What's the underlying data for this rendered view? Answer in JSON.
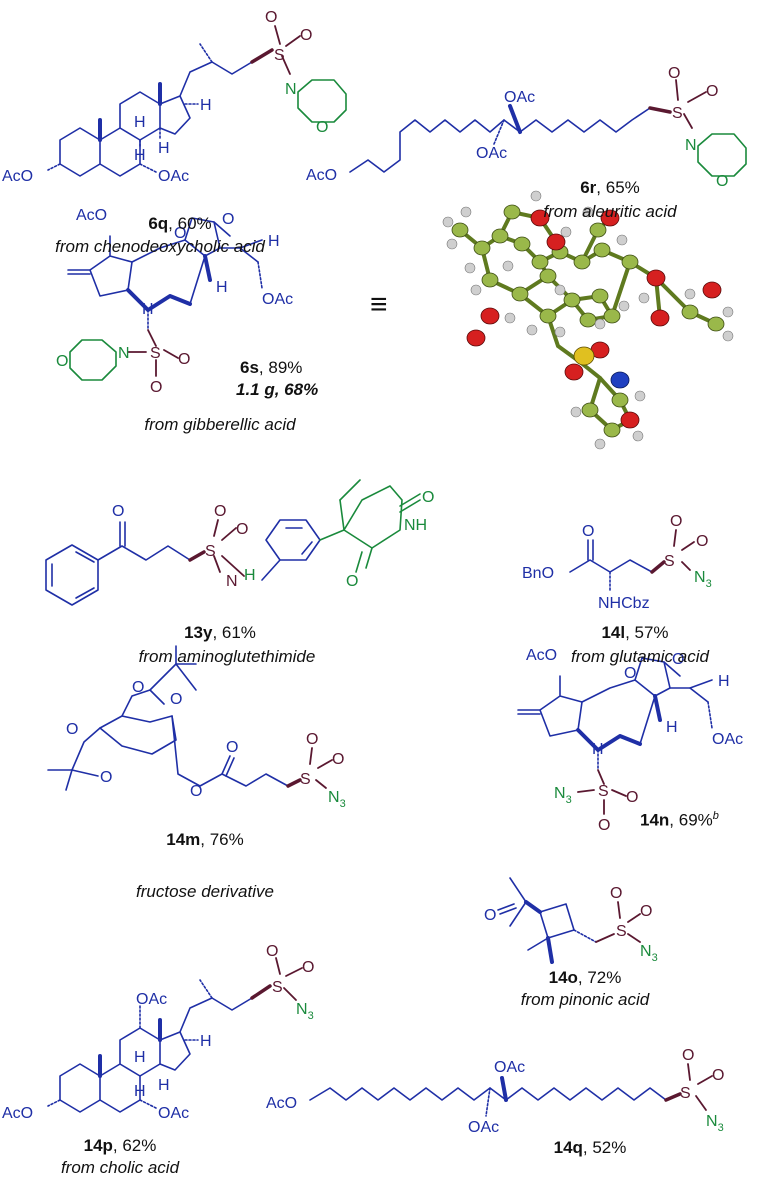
{
  "compounds": [
    {
      "id": "6q",
      "yield": ", 60%",
      "source": "from chenodeoxycholic acid"
    },
    {
      "id": "6r",
      "yield": ", 65%",
      "source": "from aleuritic acid"
    },
    {
      "id": "6s",
      "yield": ", 89%",
      "scale": "1.1 g, 68%",
      "source": "from gibberellic acid"
    },
    {
      "id": "13y",
      "yield": ", 61%",
      "source": "from aminoglutethimide"
    },
    {
      "id": "14l",
      "yield": ", 57%",
      "source": "from glutamic acid"
    },
    {
      "id": "14m",
      "yield": ", 76%",
      "source": "fructose derivative"
    },
    {
      "id": "14n",
      "yield": ", 69%",
      "note": "b"
    },
    {
      "id": "14o",
      "yield": ", 72%",
      "source": "from pinonic acid"
    },
    {
      "id": "14p",
      "yield": ", 62%",
      "source": "from cholic acid"
    },
    {
      "id": "14q",
      "yield": ", 52%"
    }
  ],
  "labels": {
    "aco": "AcO",
    "oac": "OAc",
    "h": "H",
    "s": "S",
    "o": "O",
    "n": "N",
    "nh": "NH",
    "bno": "BnO",
    "nhcbz": "NHCbz",
    "n3": "N",
    "n3_sub": "3"
  },
  "colors": {
    "scaffold": "#1f2fa6",
    "sulfonyl": "#5a1830",
    "heteroatom_group": "#1a8a3c"
  },
  "equivalence_symbol": "≡"
}
